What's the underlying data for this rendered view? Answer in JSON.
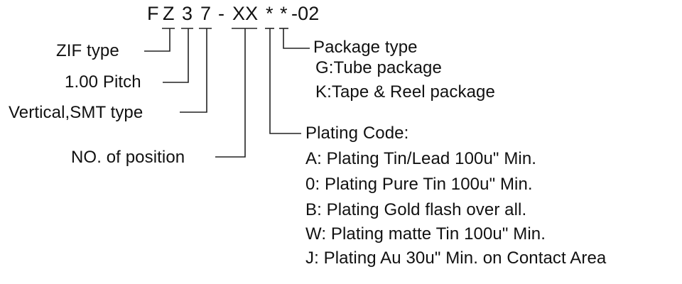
{
  "part_number": {
    "seg_f": "F",
    "seg_z": "Z",
    "seg_3": "3",
    "seg_7": "7",
    "dash1": "-",
    "seg_xx": "XX",
    "star1": "*",
    "star2": "*",
    "suffix": "-02"
  },
  "labels": {
    "zif_type": "ZIF type",
    "pitch": "1.00 Pitch",
    "vertical_smt": "Vertical,SMT type",
    "positions": "NO. of position"
  },
  "package": {
    "heading": "Package type",
    "options": [
      "G:Tube package",
      "K:Tape & Reel package"
    ]
  },
  "plating": {
    "heading": "Plating Code:",
    "options": [
      "A: Plating Tin/Lead 100u\" Min.",
      "0: Plating Pure Tin 100u\" Min.",
      "B: Plating Gold flash over all.",
      "W: Plating matte Tin 100u\" Min.",
      "J: Plating Au 30u\" Min. on Contact Area"
    ]
  }
}
